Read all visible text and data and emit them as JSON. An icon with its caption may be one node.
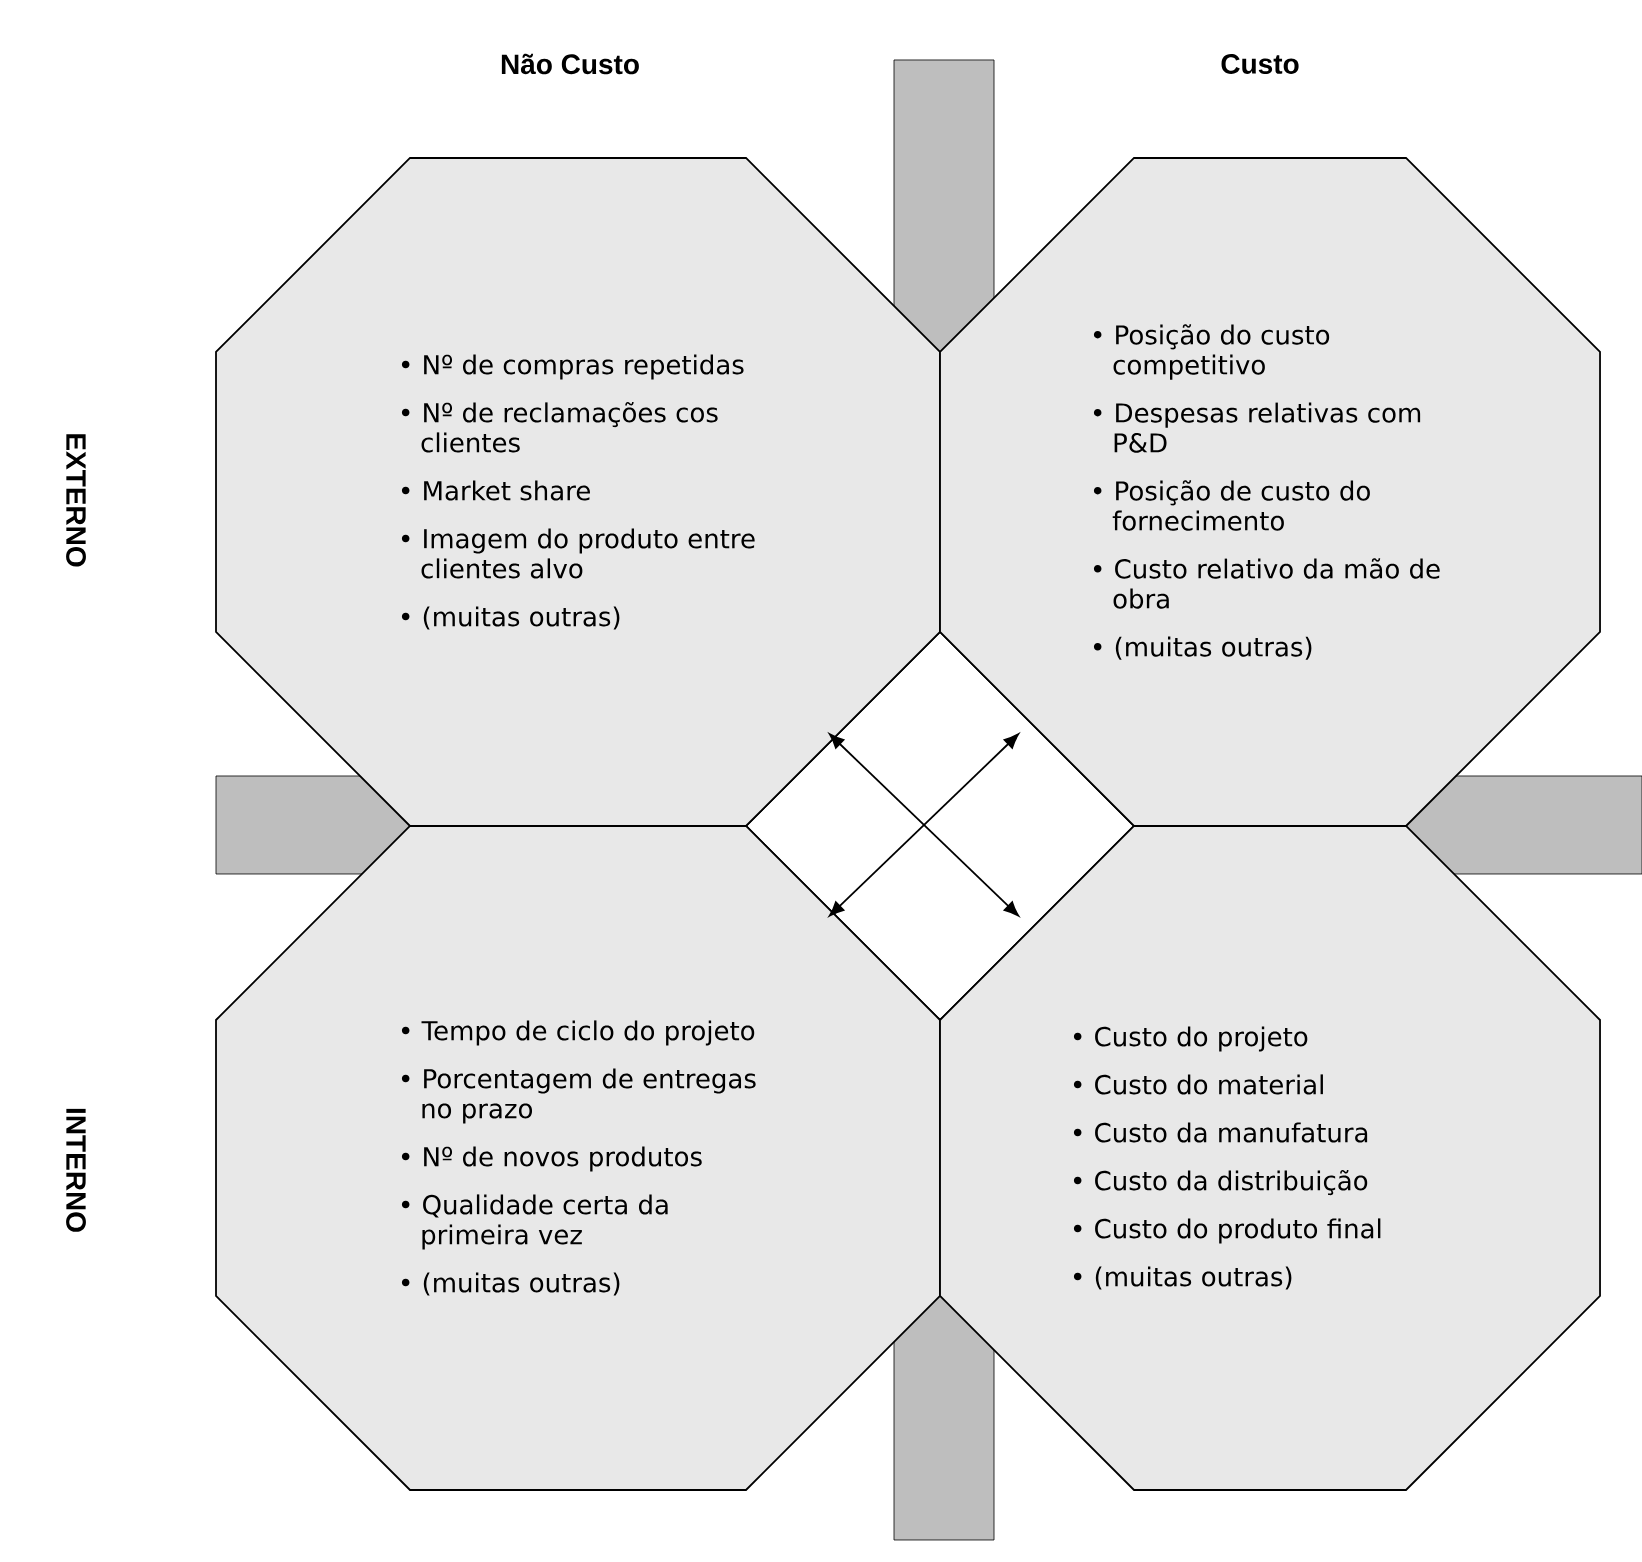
{
  "diagram": {
    "nodes": [
      {
        "text": [
          "• Nº de compras repetidas",
          "• Nº de reclamações cos clientes",
          "• Market share",
          "• Imagem do produto entre clientes alvo",
          "• (muitas outras)"
        ]
      },
      {
        "text": [
          "• Posição do custo competitivo",
          "• Despesas relativas com P&D",
          "• Posição de custo do fornecimento",
          "• Custo relativo da mão de obra",
          "• (muitas outras)"
        ]
      },
      {
        "text": [
          "• Tempo de ciclo do projeto",
          "• Porcentagem de entregas no prazo",
          "• Nº de novos produtos",
          "• Qualidade certa da primeira vez",
          "• (muitas outras)"
        ]
      },
      {
        "text": [
          "• Custo do projeto",
          "• Custo do material",
          "• Custo da manufatura",
          "• Custo da distribuição",
          "• Custo do produto final",
          "• (muitas outras)"
        ]
      }
    ],
    "edges": [
      {
        "from": 0,
        "to": 3,
        "arrow": "both"
      },
      {
        "from": 1,
        "to": 2,
        "arrow": "both"
      }
    ],
    "labels": [
      "Não Custo",
      "Custo",
      "EXTERNO",
      "INTERNO"
    ]
  }
}
